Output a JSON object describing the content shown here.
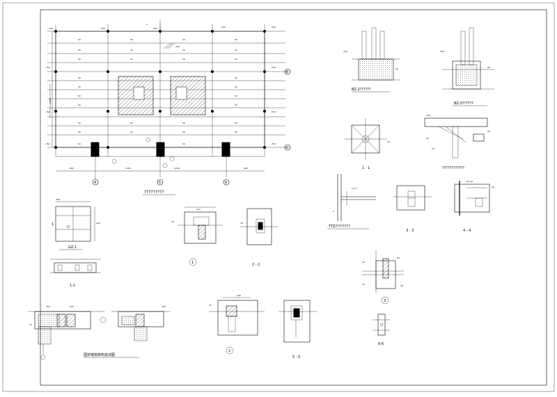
{
  "titles": {
    "plan": "?????????",
    "section_1_1": "1 - 1",
    "gz_plan": "GZ-1",
    "gz_section": "1-1",
    "detail_1": "1",
    "detail_2_2": "2 - 2",
    "detail_2": "2",
    "detail_5_5": "5 - 5",
    "detail_3": "3",
    "detail_6_6": "6-6",
    "wall_joint": "围护墙安砖构造详图",
    "bz2": "BZ-2??????",
    "bz3": "BZ-3??????",
    "steel_joint": "????????????",
    "tz": "TTZ????????",
    "section_3_3": "3 - 3",
    "section_4_4": "4 - 4"
  },
  "axis_labels": {
    "bottom": [
      "4",
      "5",
      "6"
    ],
    "right": [
      "E",
      "C"
    ]
  }
}
